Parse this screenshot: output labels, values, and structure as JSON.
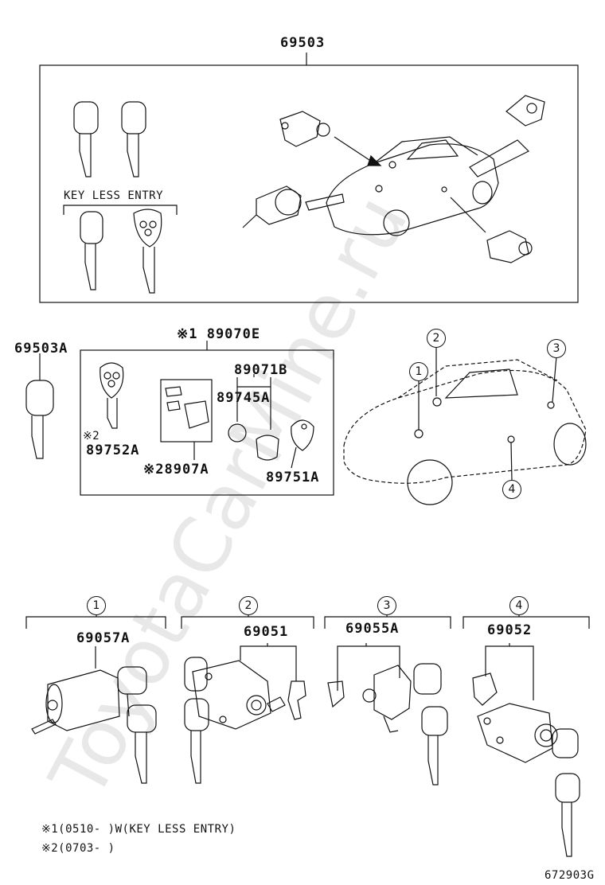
{
  "labels": {
    "top_assy": "69503",
    "keyless_entry_header": "KEY LESS ENTRY",
    "key_69503A": "69503A",
    "kit_89070E": "※1 89070E",
    "part_89071B": "89071B",
    "part_89745A": "89745A",
    "note_89752A": "※2",
    "part_89752A": "89752A",
    "part_8907A": "※28907A",
    "part_89751A": "89751A",
    "part_69057A": "69057A",
    "part_69051": "69051",
    "part_69055A": "69055A",
    "part_69052": "69052",
    "circle_1": "1",
    "circle_2": "2",
    "circle_3": "3",
    "circle_4": "4"
  },
  "footnotes": {
    "note1": "※1(0510-      )W(KEY LESS ENTRY)",
    "note2": "※2(0703-      )"
  },
  "diagram_code": "672903G",
  "watermark": "ToyotaCarMine.ru",
  "colors": {
    "line": "#111111",
    "watermark": "#e6e6e6"
  }
}
